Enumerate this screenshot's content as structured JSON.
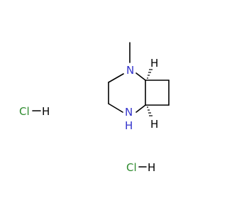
{
  "molecule": {
    "atoms": {
      "n_methyl": "N",
      "n_h_main": "N",
      "n_h_sub": "H",
      "h_top": "H",
      "h_bottom": "H"
    },
    "salts": [
      {
        "cl": "Cl",
        "h": "H"
      },
      {
        "cl": "Cl",
        "h": "H"
      }
    ]
  },
  "colors": {
    "nitrogen": "#3333cc",
    "chlorine": "#2e8b2e",
    "carbon_bond": "#000000",
    "hydrogen": "#000000"
  }
}
